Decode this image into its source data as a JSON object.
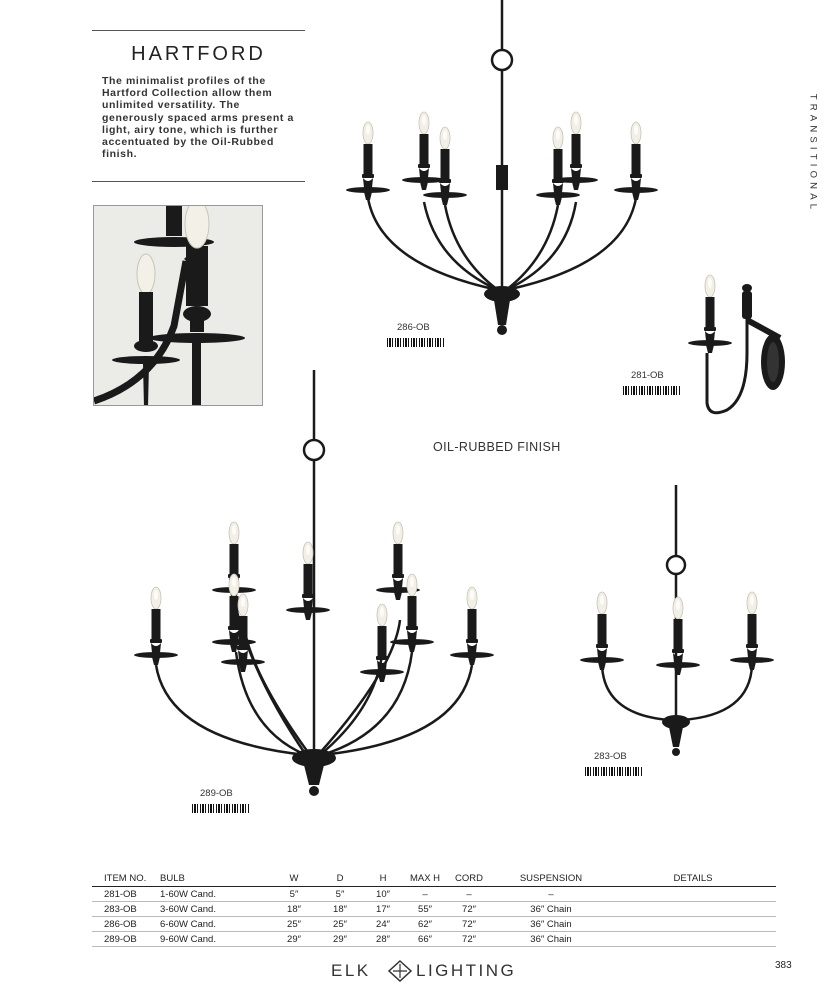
{
  "collection": {
    "title": "HARTFORD",
    "description": "The minimalist profiles of the Hartford Collection allow them unlimited versatility. The generously spaced arms present a light, airy tone, which is further accentuated by the Oil-Rubbed finish."
  },
  "side_label": "TRANSITIONAL",
  "finish_label": "OIL-RUBBED FINISH",
  "products": [
    {
      "item": "286-OB"
    },
    {
      "item": "281-OB"
    },
    {
      "item": "289-OB"
    },
    {
      "item": "283-OB"
    }
  ],
  "spec_table": {
    "headers": [
      "ITEM NO.",
      "BULB",
      "W",
      "D",
      "H",
      "MAX H",
      "CORD",
      "SUSPENSION",
      "DETAILS"
    ],
    "rows": [
      [
        "281-OB",
        "1-60W Cand.",
        "5″",
        "5″",
        "10″",
        "–",
        "–",
        "–",
        ""
      ],
      [
        "283-OB",
        "3-60W Cand.",
        "18″",
        "18″",
        "17″",
        "55″",
        "72″",
        "36″ Chain",
        ""
      ],
      [
        "286-OB",
        "6-60W Cand.",
        "25″",
        "25″",
        "24″",
        "62″",
        "72″",
        "36″ Chain",
        ""
      ],
      [
        "289-OB",
        "9-60W Cand.",
        "29″",
        "29″",
        "28″",
        "66″",
        "72″",
        "36″ Chain",
        ""
      ]
    ]
  },
  "brand": {
    "left": "ELK",
    "right": "LIGHTING"
  },
  "page_number": "383"
}
